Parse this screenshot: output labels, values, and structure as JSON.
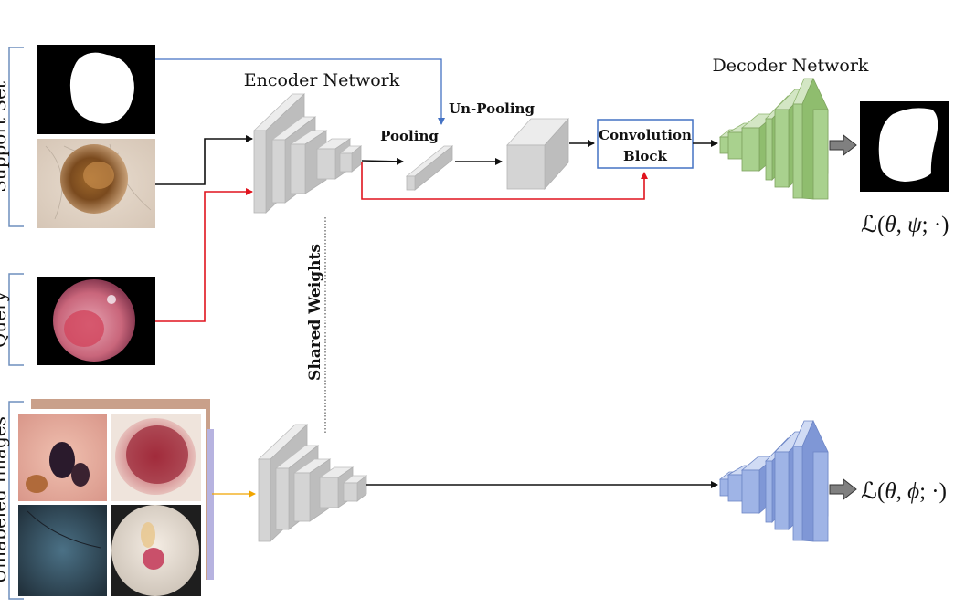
{
  "side_labels": {
    "support_set": "Support Set",
    "query": "Query",
    "unlabeled_images": "Unlabeled Images"
  },
  "encoder": {
    "title": "Encoder Network"
  },
  "decoder": {
    "title": "Decoder Network"
  },
  "pooling": {
    "label": "Pooling"
  },
  "unpooling": {
    "label": "Un-Pooling"
  },
  "conv_block": {
    "line1": "Convolution",
    "line2": "Block"
  },
  "shared_weights": {
    "label": "Shared Weights"
  },
  "loss_top": {
    "prefix": "ℒ(",
    "theta": "θ",
    "comma1": ", ",
    "symbol": "ψ",
    "suffix": "; ·)"
  },
  "loss_bottom": {
    "prefix": "ℒ(",
    "theta": "θ",
    "comma1": ", ",
    "symbol": "ϕ",
    "suffix": "; ·)"
  },
  "colors": {
    "encoder_face": "#d4d4d4",
    "decoder_green": "#a9d18e",
    "decoder_blue": "#9fb4e6",
    "arrow_blue": "#4472c4",
    "arrow_red": "#e0141e",
    "arrow_orange": "#f0a500",
    "bracket": "#6f8fbd"
  }
}
